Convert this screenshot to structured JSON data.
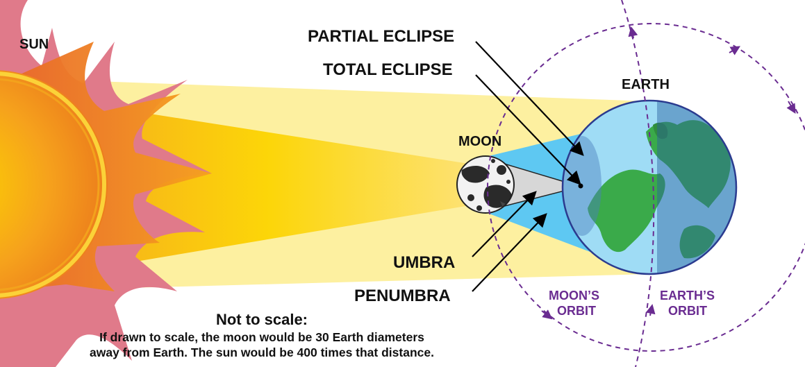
{
  "labels": {
    "sun": "SUN",
    "moon": "MOON",
    "earth": "EARTH",
    "partial_eclipse": "PARTIAL ECLIPSE",
    "total_eclipse": "TOTAL ECLIPSE",
    "umbra": "UMBRA",
    "penumbra": "PENUMBRA",
    "moons_orbit_line1": "MOON’S",
    "moons_orbit_line2": "ORBIT",
    "earths_orbit_line1": "EARTH’S",
    "earths_orbit_line2": "ORBIT"
  },
  "note": {
    "title": "Not to scale:",
    "line1": "If drawn to scale, the moon would be 30 Earth diameters",
    "line2": "away from Earth. The sun would be 400 times that distance."
  },
  "colors": {
    "sun_corona": "#e07a8a",
    "sun_body": "#f39a1e",
    "sun_rim": "#f7c843",
    "light_beam_outer": "#fdf0a0",
    "light_beam_inner": "#fcd400",
    "penumbra": "#5ec8f2",
    "umbra": "#cfcfcf",
    "earth_ocean": "#9fdcf5",
    "earth_land": "#3aaa4a",
    "earth_outline": "#2b3b8f",
    "orbit": "#6a2c91"
  }
}
